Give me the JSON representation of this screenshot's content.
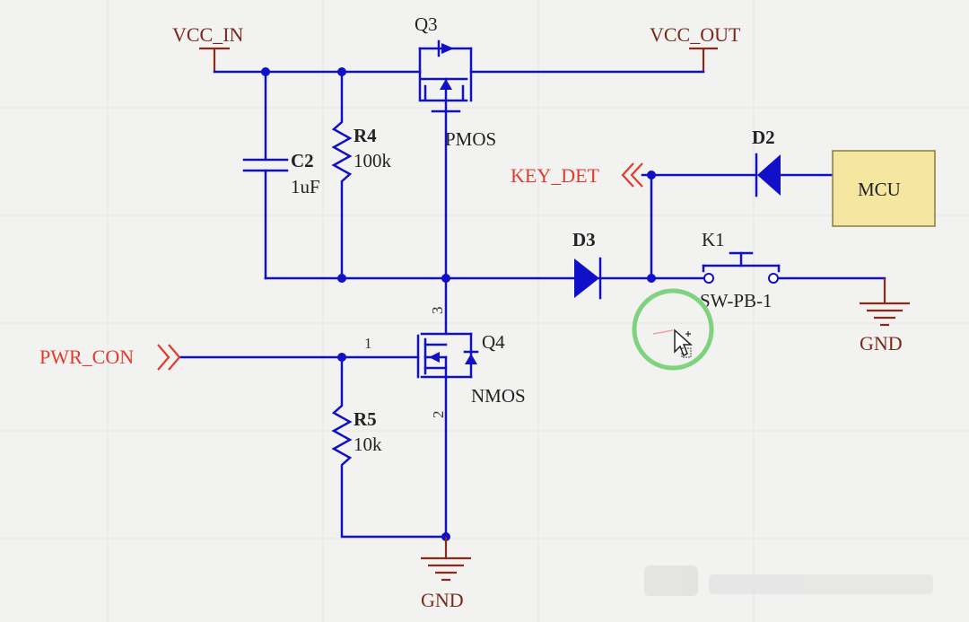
{
  "labels": {
    "vcc_in": "VCC_IN",
    "vcc_out": "VCC_OUT",
    "q3": "Q3",
    "pmos": "PMOS",
    "r4": "R4",
    "r4_val": "100k",
    "c2": "C2",
    "c2_val": "1uF",
    "d2": "D2",
    "mcu": "MCU",
    "key_det": "KEY_DET",
    "d3": "D3",
    "k1": "K1",
    "sw": "SW-PB-1",
    "gnd_right": "GND",
    "pwr_con": "PWR_CON",
    "pin1": "1",
    "q4": "Q4",
    "nmos": "NMOS",
    "pin3": "3",
    "pin2": "2",
    "r5": "R5",
    "r5_val": "10k",
    "gnd_bottom": "GND"
  },
  "colors": {
    "wire": "#1010c8",
    "net_label": "#e53a2a",
    "power_port": "#7a2a1a",
    "mcu_fill": "#f5e6a0",
    "highlight_circle": "#7fd37f"
  }
}
